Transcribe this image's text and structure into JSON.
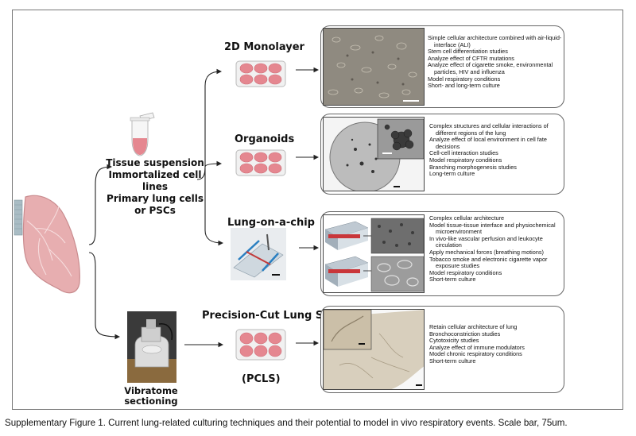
{
  "sources": {
    "line1": "Tissue suspension",
    "line2": "Immortalized cell lines",
    "line3": "Primary lung cells",
    "line4": "or PSCs"
  },
  "vibratome": {
    "line1": "Vibratome",
    "line2": "sectioning"
  },
  "models": [
    {
      "title": "2D Monolayer",
      "bullets": [
        "Simple cellular architecture combined with air-liquid-interface (ALI)",
        "Stem cell differentiation studies",
        "Analyze effect of CFTR mutations",
        "Analyze effect of cigarette smoke, environmental particles, HIV and influenza",
        "Model respiratory conditions",
        "Short- and long-term culture"
      ]
    },
    {
      "title": "Organoids",
      "bullets": [
        "Complex structures and cellular interactions of different regions of the lung",
        "Analyze effect of local environment in cell fate decisions",
        "Cell-cell interaction studies",
        "Model respiratory conditions",
        "Branching morphogenesis studies",
        "Long-term culture"
      ]
    },
    {
      "title": "Lung-on-a-chip",
      "bullets": [
        "Complex cellular architecture",
        "Model tissue-tissue interface and physiochemical microenvironment",
        "In vivo-like vascular perfusion and leukocyte circulation",
        "Apply mechanical forces (breathing motions)",
        "Tobacco smoke and electronic cigarette vapor exposure studies",
        "Model respiratory conditions",
        "Short-term culture"
      ]
    },
    {
      "title": "Precision-Cut Lung Slices",
      "subtitle": "(PCLS)",
      "bullets": [
        "Retain cellular architecture of lung",
        "Bronchoconstriction studies",
        "Cytotoxicity studies",
        "Analyze effect of immune modulators",
        "Model chronic respiratory conditions",
        "Short-term culture"
      ]
    }
  ],
  "caption": "Supplementary Figure 1. Current lung-related culturing techniques and their potential to model in vivo respiratory events. Scale bar, 75um.",
  "colors": {
    "lung": "#e7aeb0",
    "lung_dark": "#c98b8e",
    "trachea": "#a9bcc4",
    "well": "#e58790",
    "plate": "#f1f1f1"
  }
}
